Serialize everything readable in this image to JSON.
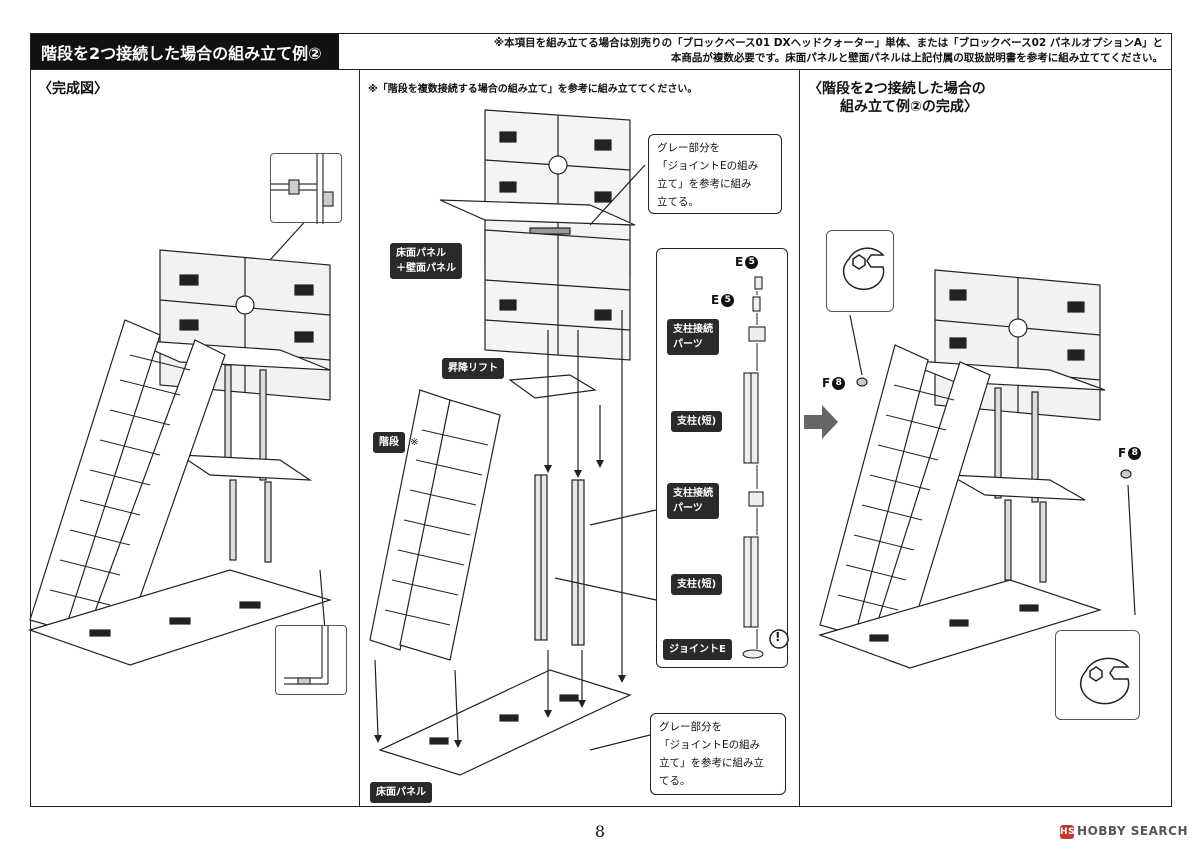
{
  "header": {
    "title": "階段を2つ接続した場合の組み立て例②",
    "notice_line1": "※本項目を組み立てる場合は別売りの「ブロックベース01 DXヘッドクォーター」単体、または「ブロックベース02 パネルオプションA」と",
    "notice_line2": "本商品が複数必要です。床面パネルと壁面パネルは上記付属の取扱説明書を参考に組み立ててください。"
  },
  "panel_left": {
    "title": "〈完成図〉"
  },
  "panel_middle": {
    "note": "※「階段を複数接続する場合の組み立て」を参考に組み立ててください。",
    "label_floor_wall_1": "床面パネル",
    "label_floor_wall_2": "＋壁面パネル",
    "label_lift": "昇降リフト",
    "label_stairs": "階段",
    "label_stairs_mark": "※",
    "label_floor": "床面パネル",
    "callout_top": [
      "グレー部分を",
      "「ジョイントEの組み",
      "立て」を参考に組み",
      "立てる。"
    ],
    "callout_bottom": [
      "グレー部分を",
      "「ジョイントEの組み",
      "立て」を参考に組み立",
      "てる。"
    ],
    "parts": {
      "e5_top_letter": "E",
      "e5_top_num": "5",
      "e5_mid_letter": "E",
      "e5_mid_num": "5",
      "pillar_conn_1a": "支柱接続",
      "pillar_conn_1b": "パーツ",
      "pillar_short_1": "支柱(短)",
      "pillar_conn_2a": "支柱接続",
      "pillar_conn_2b": "パーツ",
      "pillar_short_2": "支柱(短)",
      "joint_e": "ジョイントE",
      "warning": "!"
    }
  },
  "panel_right": {
    "title_line1": "〈階段を2つ接続した場合の",
    "title_line2": "組み立て例②の完成〉",
    "f8_left_letter": "F",
    "f8_left_num": "8",
    "f8_right_letter": "F",
    "f8_right_num": "8"
  },
  "footer": {
    "page": "8",
    "brand": "HOBBY SEARCH",
    "brand_logo": "HS"
  }
}
